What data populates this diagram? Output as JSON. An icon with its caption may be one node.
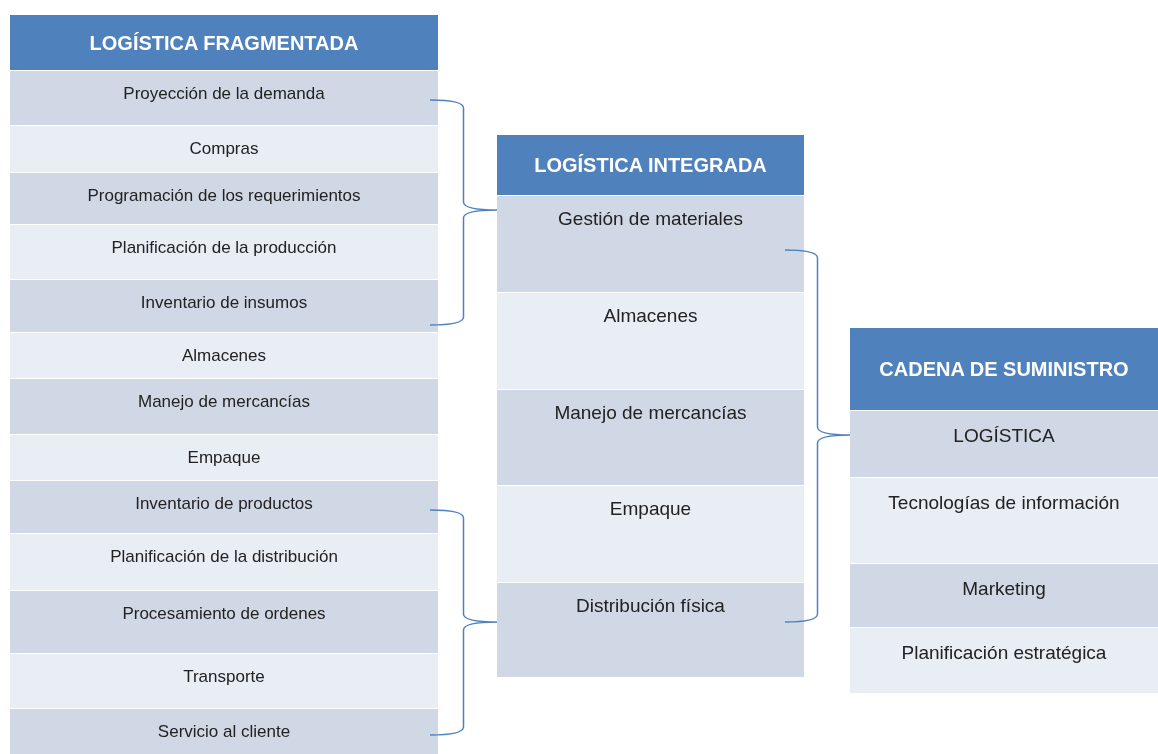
{
  "diagram": {
    "nodes": [
      {
        "text": [
          "LOGÍSTICA FRAGMENTADA"
        ]
      },
      {
        "text": [
          "Proyección de la demanda"
        ],
        "in": 0
      },
      {
        "text": [
          "Compras"
        ],
        "in": 0
      },
      {
        "text": [
          "Programación de los requerimientos"
        ],
        "in": 0
      },
      {
        "text": [
          "Planificación de la producción"
        ],
        "in": 0
      },
      {
        "text": [
          "Inventario de insumos"
        ],
        "in": 0
      },
      {
        "text": [
          "Almacenes"
        ],
        "in": 0
      },
      {
        "text": [
          "Manejo de mercancías"
        ],
        "in": 0
      },
      {
        "text": [
          "Empaque"
        ],
        "in": 0
      },
      {
        "text": [
          "Inventario de productos"
        ],
        "in": 0
      },
      {
        "text": [
          "Planificación de la distribución"
        ],
        "in": 0
      },
      {
        "text": [
          "Procesamiento de ordenes"
        ],
        "in": 0
      },
      {
        "text": [
          "Transporte"
        ],
        "in": 0
      },
      {
        "text": [
          "Servicio al cliente"
        ],
        "in": 0
      },
      {
        "text": [
          "LOGÍSTICA INTEGRADA"
        ]
      },
      {
        "text": [
          "Gestión de materiales"
        ],
        "in": 14
      },
      {
        "text": [
          "Almacenes"
        ],
        "in": 14
      },
      {
        "text": [
          "Manejo de mercancías"
        ],
        "in": 14
      },
      {
        "text": [
          "Empaque"
        ],
        "in": 14
      },
      {
        "text": [
          "Distribución física"
        ],
        "in": 14
      },
      {
        "text": [
          "CADENA DE SUMINISTRO"
        ]
      },
      {
        "text": [
          "LOGÍSTICA"
        ],
        "in": 20
      },
      {
        "text": [
          "Tecnologías de información"
        ],
        "in": 20
      },
      {
        "text": [
          "Marketing"
        ],
        "in": 20
      },
      {
        "text": [
          "Planificación estratégica"
        ],
        "in": 20
      }
    ]
  }
}
